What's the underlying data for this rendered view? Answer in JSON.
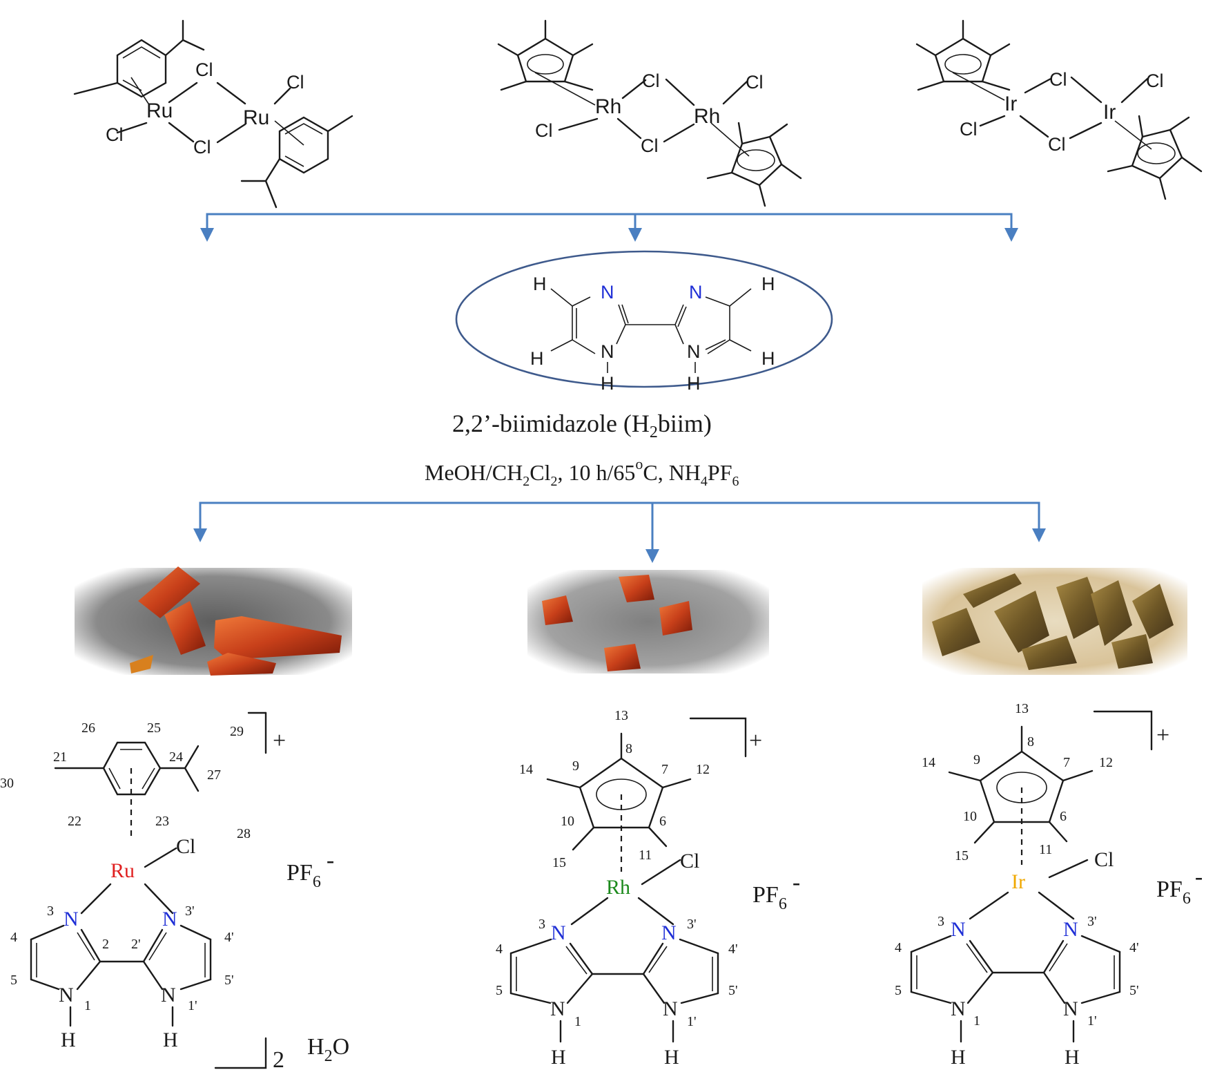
{
  "ligand": {
    "name": "2,2’-biimidazole (H",
    "name_sub": "2",
    "name_tail": "biim)",
    "atom_N": "N",
    "atom_H": "H"
  },
  "conditions": {
    "p1": "MeOH/CH",
    "s1": "2",
    "p2": "Cl",
    "s2": "2",
    "p3": ", 10 h/65",
    "sup": "o",
    "p4": "C, NH",
    "s3": "4",
    "p5": "PF",
    "s4": "6"
  },
  "precursors": {
    "ru": {
      "metal": "Ru",
      "cl": "Cl"
    },
    "rh": {
      "metal": "Rh",
      "cl": "Cl"
    },
    "ir": {
      "metal": "Ir",
      "cl": "Cl"
    }
  },
  "products": {
    "ru": {
      "metal": "Ru",
      "cl": "Cl",
      "charge": "+",
      "counterion": "PF",
      "counterion_sub": "6",
      "anion_charge": "-",
      "stoich": "2",
      "water": "H",
      "water_sub": "2",
      "water_tail": "O",
      "labels": [
        "26",
        "25",
        "29",
        "21",
        "24",
        "30",
        "27",
        "22",
        "23",
        "28",
        "3",
        "3'",
        "4",
        "2",
        "2'",
        "4'",
        "5",
        "5'",
        "1",
        "1'"
      ]
    },
    "rh": {
      "metal": "Rh",
      "cl": "Cl",
      "charge": "+",
      "counterion": "PF",
      "counterion_sub": "6",
      "anion_charge": "-",
      "labels": [
        "13",
        "8",
        "14",
        "9",
        "7",
        "12",
        "10",
        "6",
        "15",
        "11",
        "3",
        "3'",
        "4",
        "4'",
        "5",
        "5'",
        "1",
        "1'"
      ]
    },
    "ir": {
      "metal": "Ir",
      "cl": "Cl",
      "charge": "+",
      "counterion": "PF",
      "counterion_sub": "6",
      "anion_charge": "-",
      "labels": [
        "13",
        "8",
        "14",
        "9",
        "7",
        "12",
        "10",
        "6",
        "15",
        "11",
        "3",
        "3'",
        "4",
        "4'",
        "5",
        "5'",
        "1",
        "1'"
      ]
    }
  },
  "atoms": {
    "N": "N",
    "H": "H"
  },
  "colors": {
    "arrow": "#4a7fc1",
    "nitrogen": "#1f2fd6",
    "ruthenium": "#e02020",
    "rhodium": "#1c8a1c",
    "iridium": "#f0a800",
    "ellipse": "#3e5a8c"
  },
  "crystal_photos": [
    "ru-crystals",
    "rh-crystals",
    "ir-crystals"
  ]
}
